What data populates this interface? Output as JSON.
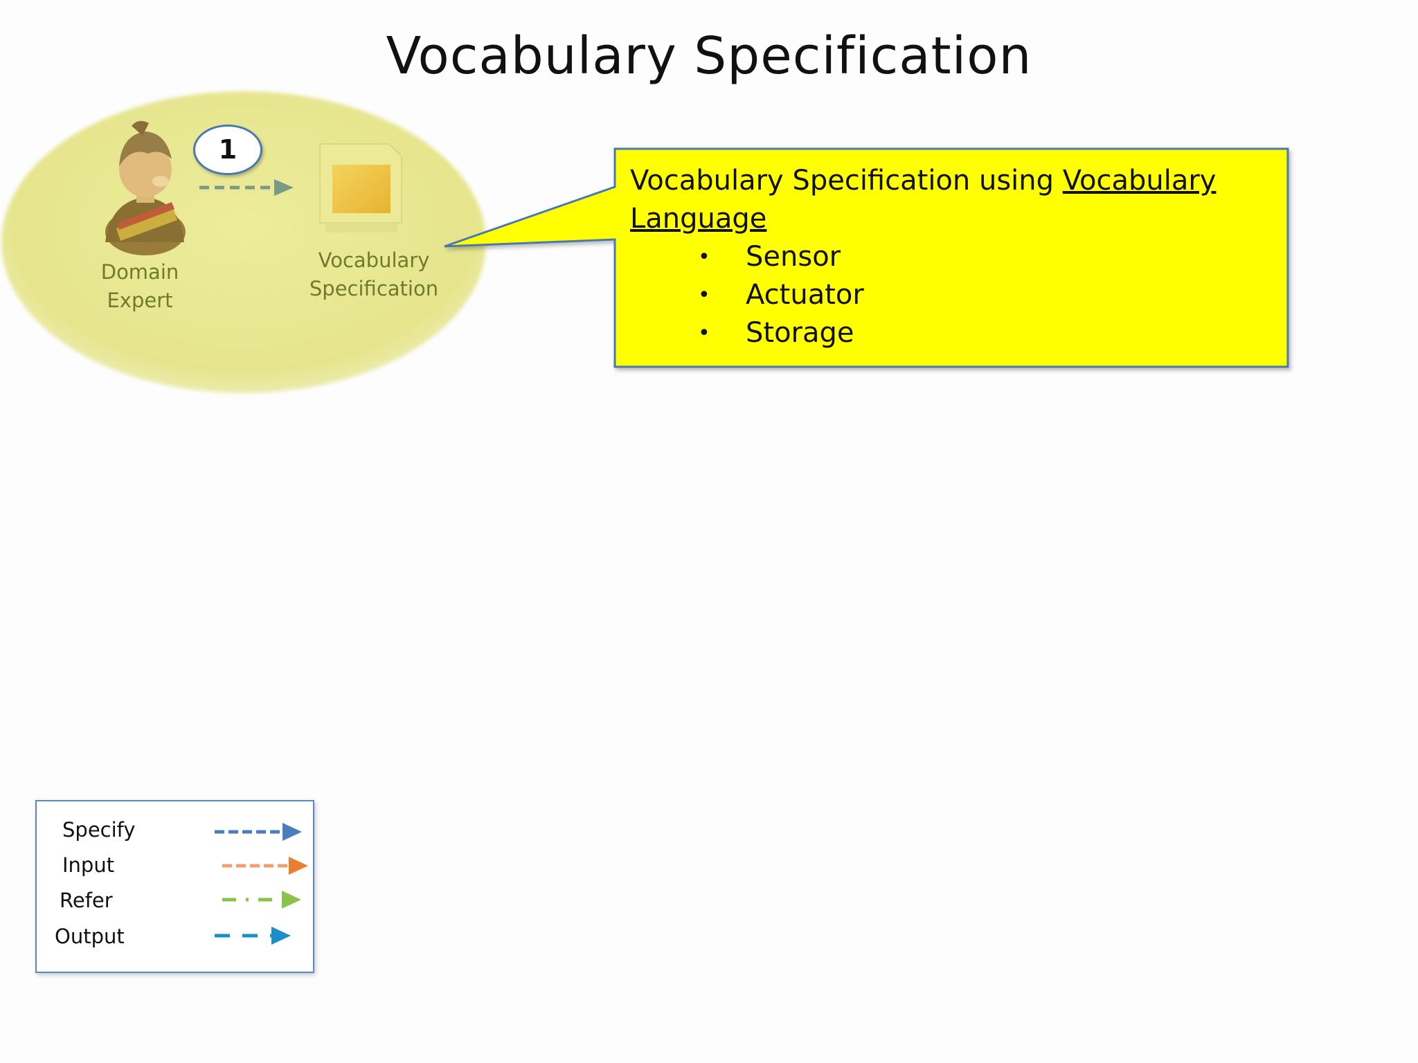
{
  "title": "Vocabulary Specification",
  "diagram": {
    "step_number": "1",
    "nodes": [
      {
        "id": "domain-expert",
        "label_lines": [
          "Domain",
          "Expert"
        ]
      },
      {
        "id": "vocabulary-specification",
        "label_lines": [
          "Vocabulary",
          "Specification"
        ]
      }
    ],
    "ellipse_color": "#e8e793",
    "arrow_color": "#7a9a88"
  },
  "callout": {
    "prefix": "Vocabulary Specification using ",
    "link_line1": "Vocabulary",
    "link_line2": "Language",
    "bullets": [
      "Sensor",
      "Actuator",
      "Storage"
    ],
    "bullet_glyph": "•",
    "background": "#ffff00",
    "border": "#4a78b3"
  },
  "legend": {
    "items": [
      {
        "label": "Specify",
        "color": "#4a7cc0",
        "style": "dashed"
      },
      {
        "label": "Input",
        "color": "#ed7d31",
        "style": "dashed"
      },
      {
        "label": "Refer",
        "color": "#8bc34a",
        "style": "dash-dot"
      },
      {
        "label": "Output",
        "color": "#1b8fc6",
        "style": "long-dash"
      }
    ]
  }
}
